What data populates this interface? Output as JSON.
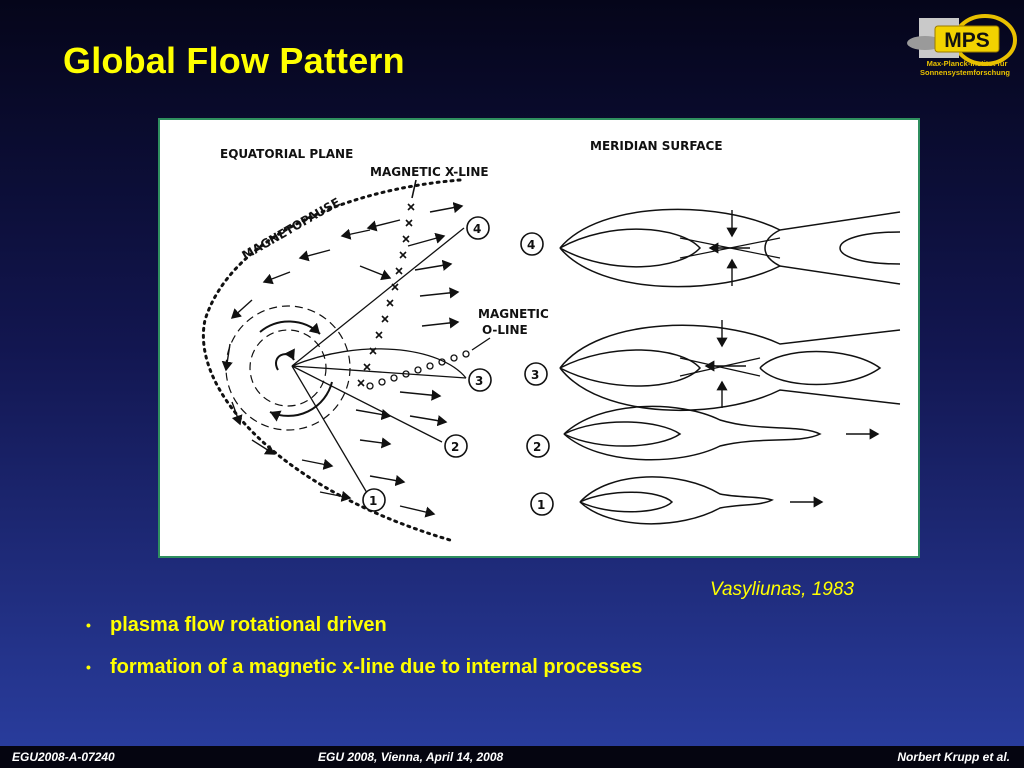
{
  "slide": {
    "title": "Global Flow Pattern",
    "credit": "Vasyliunas, 1983",
    "bullets": [
      "plasma flow rotational driven",
      "formation of a magnetic x-line due to internal processes"
    ]
  },
  "figure": {
    "labels": {
      "equatorial_plane": "EQUATORIAL PLANE",
      "meridian_surface": "MERIDIAN SURFACE",
      "magnetic_x_line": "MAGNETIC X-LINE",
      "magnetopause": "MAGNETOPAUSE",
      "magnetic_o_line_1": "MAGNETIC",
      "magnetic_o_line_2": "O-LINE"
    },
    "markers": [
      "1",
      "2",
      "3",
      "4"
    ]
  },
  "logo": {
    "text": "MPS",
    "line1": "Max-Planck-Institut für",
    "line2": "Sonnensystemforschung"
  },
  "footer": {
    "left": "EGU2008-A-07240",
    "center": "EGU 2008, Vienna, April 14, 2008",
    "right": "Norbert Krupp et al."
  },
  "colors": {
    "accent": "#ffff00",
    "frame": "#2f8f5f"
  }
}
